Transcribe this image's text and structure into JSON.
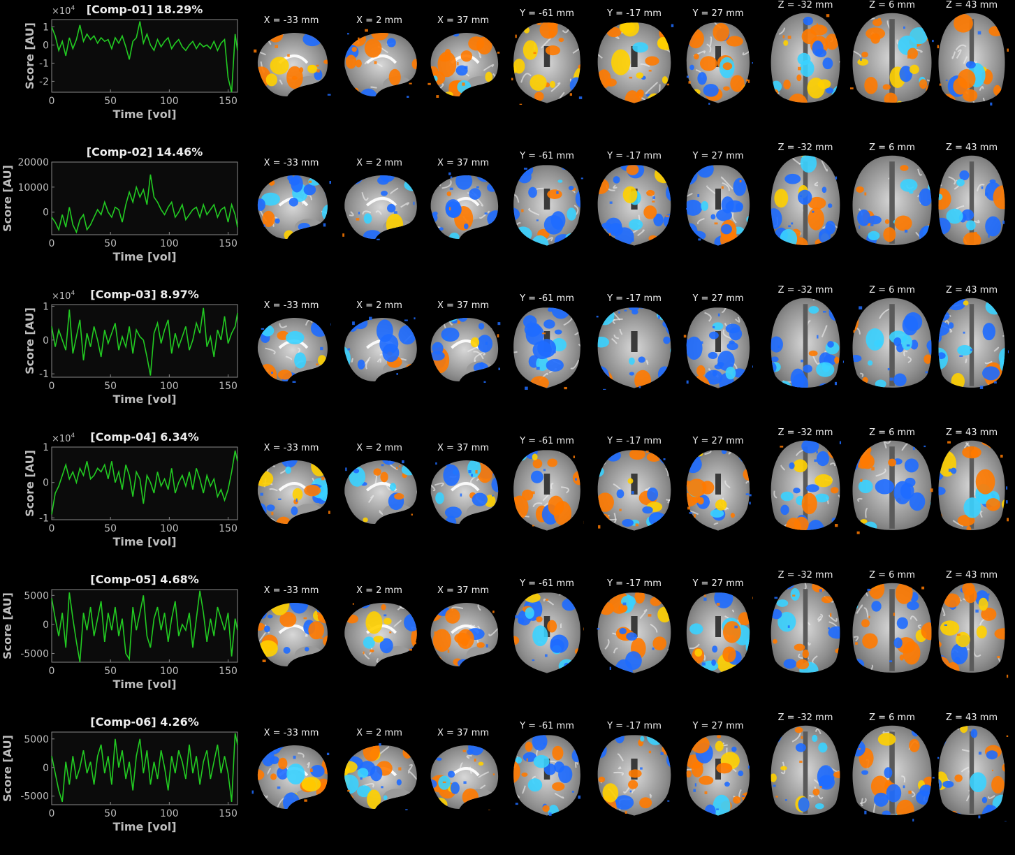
{
  "figure": {
    "background": "#000000",
    "trace_color": "#22cc22",
    "pos_color": "#ff7a00",
    "pos_hot": "#ffd000",
    "neg_color": "#1e6cff",
    "neg_cold": "#3ad2ff",
    "slice_labels": [
      "X = -33 mm",
      "X = 2 mm",
      "X = 37 mm",
      "Y = -61 mm",
      "Y = -17 mm",
      "Y = 27 mm",
      "Z = -32 mm",
      "Z = 6 mm",
      "Z = 43 mm"
    ],
    "slice_views": [
      "sagittal",
      "sagittal",
      "sagittal",
      "coronal",
      "coronal",
      "coronal",
      "axial",
      "axial",
      "axial"
    ]
  },
  "chart_data": [
    {
      "type": "line",
      "title": "[Comp-01] 18.29%",
      "xlabel": "Time [vol]",
      "ylabel": "Score [AU]",
      "multiplier": "×10^4",
      "multiplier_base": "×10",
      "multiplier_exp": "4",
      "xlim": [
        0,
        158
      ],
      "ylim": [
        -2.6,
        1.4
      ],
      "xticks": [
        0,
        50,
        100,
        150
      ],
      "yticks": [
        1,
        0,
        -1,
        -2
      ],
      "ytick_labels": [
        "1",
        "0",
        "-1",
        "-2"
      ],
      "grid": false,
      "legend": null,
      "x": [
        0,
        3,
        6,
        9,
        12,
        15,
        18,
        21,
        24,
        27,
        30,
        33,
        36,
        39,
        42,
        45,
        48,
        51,
        54,
        57,
        60,
        63,
        66,
        69,
        72,
        75,
        78,
        81,
        84,
        87,
        90,
        93,
        96,
        99,
        102,
        105,
        108,
        111,
        114,
        117,
        120,
        123,
        126,
        129,
        132,
        135,
        138,
        141,
        144,
        147,
        150,
        153,
        156,
        158
      ],
      "values": [
        1.0,
        0.5,
        -0.3,
        0.2,
        -0.6,
        0.4,
        -0.2,
        0.3,
        1.1,
        0.2,
        0.6,
        0.3,
        0.5,
        0.1,
        0.4,
        0.2,
        0.3,
        -0.2,
        0.4,
        0.1,
        0.5,
        -0.1,
        -0.8,
        0.2,
        0.4,
        1.3,
        0.1,
        0.6,
        0.0,
        -0.3,
        0.3,
        -0.1,
        0.2,
        0.4,
        -0.2,
        0.1,
        0.3,
        -0.1,
        -0.3,
        0.0,
        0.2,
        -0.2,
        0.1,
        -0.1,
        0.0,
        -0.2,
        0.2,
        -0.3,
        0.1,
        0.3,
        -1.8,
        -2.6,
        0.6,
        -0.3
      ]
    },
    {
      "type": "line",
      "title": "[Comp-02] 14.46%",
      "xlabel": "Time [vol]",
      "ylabel": "Score [AU]",
      "multiplier": "",
      "xlim": [
        0,
        158
      ],
      "ylim": [
        -9000,
        20000
      ],
      "xticks": [
        0,
        50,
        100,
        150
      ],
      "yticks": [
        20000,
        10000,
        0
      ],
      "ytick_labels": [
        "20000",
        "10000",
        "0"
      ],
      "grid": false,
      "legend": null,
      "x": [
        0,
        3,
        6,
        9,
        12,
        15,
        18,
        21,
        24,
        27,
        30,
        33,
        36,
        39,
        42,
        45,
        48,
        51,
        54,
        57,
        60,
        63,
        66,
        69,
        72,
        75,
        78,
        81,
        84,
        87,
        90,
        93,
        96,
        99,
        102,
        105,
        108,
        111,
        114,
        117,
        120,
        123,
        126,
        129,
        132,
        135,
        138,
        141,
        144,
        147,
        150,
        153,
        156,
        158
      ],
      "values": [
        -2000,
        -4000,
        -7000,
        -1000,
        -6000,
        2000,
        -5000,
        -8000,
        -3000,
        -1000,
        -7000,
        -5000,
        -2000,
        1000,
        -1000,
        4000,
        0,
        -2000,
        2000,
        1000,
        -4000,
        3000,
        8000,
        4000,
        10000,
        6000,
        9000,
        3000,
        15000,
        6000,
        4000,
        1000,
        -1000,
        2000,
        4000,
        -2000,
        0,
        3000,
        -3000,
        -1000,
        1000,
        2000,
        -2000,
        3000,
        -1000,
        1000,
        3000,
        -2000,
        1000,
        2000,
        -4000,
        3000,
        -1000,
        -6000
      ]
    },
    {
      "type": "line",
      "title": "[Comp-03] 8.97%",
      "xlabel": "Time [vol]",
      "ylabel": "Score [AU]",
      "multiplier": "×10^4",
      "multiplier_base": "×10",
      "multiplier_exp": "4",
      "xlim": [
        0,
        158
      ],
      "ylim": [
        -1.1,
        1.05
      ],
      "xticks": [
        0,
        50,
        100,
        150
      ],
      "yticks": [
        1,
        0,
        -1
      ],
      "ytick_labels": [
        "1",
        "0",
        "-1"
      ],
      "grid": false,
      "legend": null,
      "x": [
        0,
        3,
        6,
        9,
        12,
        15,
        18,
        21,
        24,
        27,
        30,
        33,
        36,
        39,
        42,
        45,
        48,
        51,
        54,
        57,
        60,
        63,
        66,
        69,
        72,
        75,
        78,
        81,
        84,
        87,
        90,
        93,
        96,
        99,
        102,
        105,
        108,
        111,
        114,
        117,
        120,
        123,
        126,
        129,
        132,
        135,
        138,
        141,
        144,
        147,
        150,
        153,
        156,
        158
      ],
      "values": [
        0.4,
        -0.2,
        0.3,
        0.0,
        -0.3,
        0.9,
        -0.4,
        0.1,
        0.6,
        -0.6,
        0.2,
        -0.2,
        0.4,
        0.0,
        -0.5,
        0.3,
        -0.1,
        0.2,
        0.5,
        -0.3,
        0.1,
        -0.2,
        0.4,
        -0.4,
        0.3,
        0.1,
        0.0,
        -0.5,
        -1.05,
        0.2,
        0.5,
        -0.1,
        0.3,
        0.6,
        -0.4,
        0.2,
        -0.2,
        0.1,
        0.4,
        -0.3,
        0.0,
        0.5,
        0.2,
        0.95,
        -0.2,
        0.1,
        -0.5,
        0.3,
        0.0,
        0.7,
        -0.1,
        0.2,
        0.4,
        0.8
      ]
    },
    {
      "type": "line",
      "title": "[Comp-04] 6.34%",
      "xlabel": "Time [vol]",
      "ylabel": "Score [AU]",
      "multiplier": "×10^4",
      "multiplier_base": "×10",
      "multiplier_exp": "4",
      "xlim": [
        0,
        158
      ],
      "ylim": [
        -1.05,
        1.0
      ],
      "xticks": [
        0,
        50,
        100,
        150
      ],
      "yticks": [
        1,
        0,
        -1
      ],
      "ytick_labels": [
        "1",
        "0",
        "-1"
      ],
      "grid": false,
      "legend": null,
      "x": [
        0,
        3,
        6,
        9,
        12,
        15,
        18,
        21,
        24,
        27,
        30,
        33,
        36,
        39,
        42,
        45,
        48,
        51,
        54,
        57,
        60,
        63,
        66,
        69,
        72,
        75,
        78,
        81,
        84,
        87,
        90,
        93,
        96,
        99,
        102,
        105,
        108,
        111,
        114,
        117,
        120,
        123,
        126,
        129,
        132,
        135,
        138,
        141,
        144,
        147,
        150,
        153,
        156,
        158
      ],
      "values": [
        -0.9,
        -0.3,
        -0.1,
        0.2,
        0.5,
        0.1,
        0.3,
        0.0,
        0.4,
        0.2,
        0.6,
        0.1,
        0.2,
        0.4,
        0.3,
        0.5,
        0.1,
        0.6,
        0.0,
        0.3,
        -0.2,
        0.5,
        0.2,
        -0.4,
        0.3,
        0.1,
        -0.6,
        0.2,
        0.0,
        -0.3,
        0.3,
        -0.1,
        0.1,
        -0.2,
        0.4,
        -0.3,
        0.0,
        0.2,
        -0.1,
        0.3,
        -0.2,
        0.4,
        0.1,
        -0.3,
        0.2,
        -0.1,
        0.1,
        -0.4,
        -0.2,
        -0.5,
        -0.2,
        0.3,
        0.9,
        0.6
      ]
    },
    {
      "type": "line",
      "title": "[Comp-05] 4.68%",
      "xlabel": "Time [vol]",
      "ylabel": "Score [AU]",
      "multiplier": "",
      "xlim": [
        0,
        158
      ],
      "ylim": [
        -6500,
        6000
      ],
      "xticks": [
        0,
        50,
        100,
        150
      ],
      "yticks": [
        5000,
        0,
        -5000
      ],
      "ytick_labels": [
        "5000",
        "0",
        "-5000"
      ],
      "grid": false,
      "legend": null,
      "x": [
        0,
        3,
        6,
        9,
        12,
        15,
        18,
        21,
        24,
        27,
        30,
        33,
        36,
        39,
        42,
        45,
        48,
        51,
        54,
        57,
        60,
        63,
        66,
        69,
        72,
        75,
        78,
        81,
        84,
        87,
        90,
        93,
        96,
        99,
        102,
        105,
        108,
        111,
        114,
        117,
        120,
        123,
        126,
        129,
        132,
        135,
        138,
        141,
        144,
        147,
        150,
        153,
        156,
        158
      ],
      "values": [
        4500,
        1000,
        -2000,
        2000,
        -4000,
        5500,
        1000,
        -3000,
        -6500,
        2000,
        -1000,
        3000,
        -2000,
        1000,
        4000,
        -3000,
        2000,
        -1000,
        3000,
        -2000,
        1000,
        -5000,
        -6000,
        3000,
        -1000,
        2000,
        5000,
        -2000,
        -4000,
        1000,
        3000,
        -1000,
        2000,
        -3000,
        1000,
        4000,
        -2000,
        0,
        -1000,
        2000,
        -4000,
        1000,
        5800,
        2000,
        -3000,
        1000,
        -2000,
        3000,
        1000,
        -1000,
        2000,
        -5500,
        1000,
        -1000
      ]
    },
    {
      "type": "line",
      "title": "[Comp-06] 4.26%",
      "xlabel": "Time [vol]",
      "ylabel": "Score [AU]",
      "multiplier": "",
      "xlim": [
        0,
        158
      ],
      "ylim": [
        -6500,
        6200
      ],
      "xticks": [
        0,
        50,
        100,
        150
      ],
      "yticks": [
        5000,
        0,
        -5000
      ],
      "ytick_labels": [
        "5000",
        "0",
        "-5000"
      ],
      "grid": false,
      "legend": null,
      "x": [
        0,
        3,
        6,
        9,
        12,
        15,
        18,
        21,
        24,
        27,
        30,
        33,
        36,
        39,
        42,
        45,
        48,
        51,
        54,
        57,
        60,
        63,
        66,
        69,
        72,
        75,
        78,
        81,
        84,
        87,
        90,
        93,
        96,
        99,
        102,
        105,
        108,
        111,
        114,
        117,
        120,
        123,
        126,
        129,
        132,
        135,
        138,
        141,
        144,
        147,
        150,
        153,
        156,
        158
      ],
      "values": [
        2000,
        -1000,
        -4000,
        -6000,
        1000,
        -3000,
        2000,
        -2000,
        0,
        3000,
        -1000,
        1000,
        -3000,
        2000,
        4000,
        -1000,
        2000,
        -3000,
        5000,
        0,
        3000,
        -2000,
        1000,
        -4000,
        2000,
        5000,
        -1000,
        3000,
        -3000,
        1000,
        -2000,
        3000,
        0,
        -4000,
        2000,
        -1000,
        3000,
        1000,
        -2000,
        4000,
        -1000,
        2000,
        -3000,
        1000,
        3000,
        -2000,
        1000,
        4000,
        -1000,
        2000,
        -1000,
        -6000,
        6000,
        4000
      ]
    }
  ]
}
